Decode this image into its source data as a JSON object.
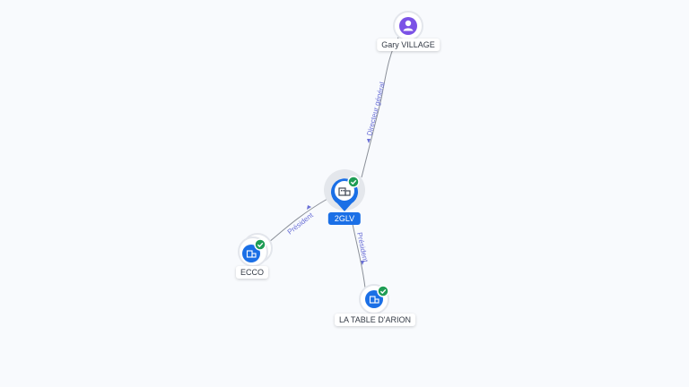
{
  "colors": {
    "background": "#f8fafd",
    "company_blue": "#1a6fe6",
    "person_purple": "#7b52e6",
    "verified_green": "#1f9d55",
    "edge": "#8a8f98",
    "edge_label": "#6a6fd6"
  },
  "nodes": {
    "gary": {
      "label": "Gary VILLAGE",
      "icon": "person-icon"
    },
    "glv": {
      "label": "2GLV",
      "icon": "building-icon",
      "verified": true
    },
    "ecco": {
      "label": "ECCO",
      "icon": "building-icon",
      "verified": true
    },
    "table": {
      "label": "LA TABLE D'ARION",
      "icon": "building-icon",
      "verified": true
    }
  },
  "edges": {
    "glv_gary": "Directeur général",
    "ecco_glv": "Président",
    "glv_table": "Président"
  }
}
